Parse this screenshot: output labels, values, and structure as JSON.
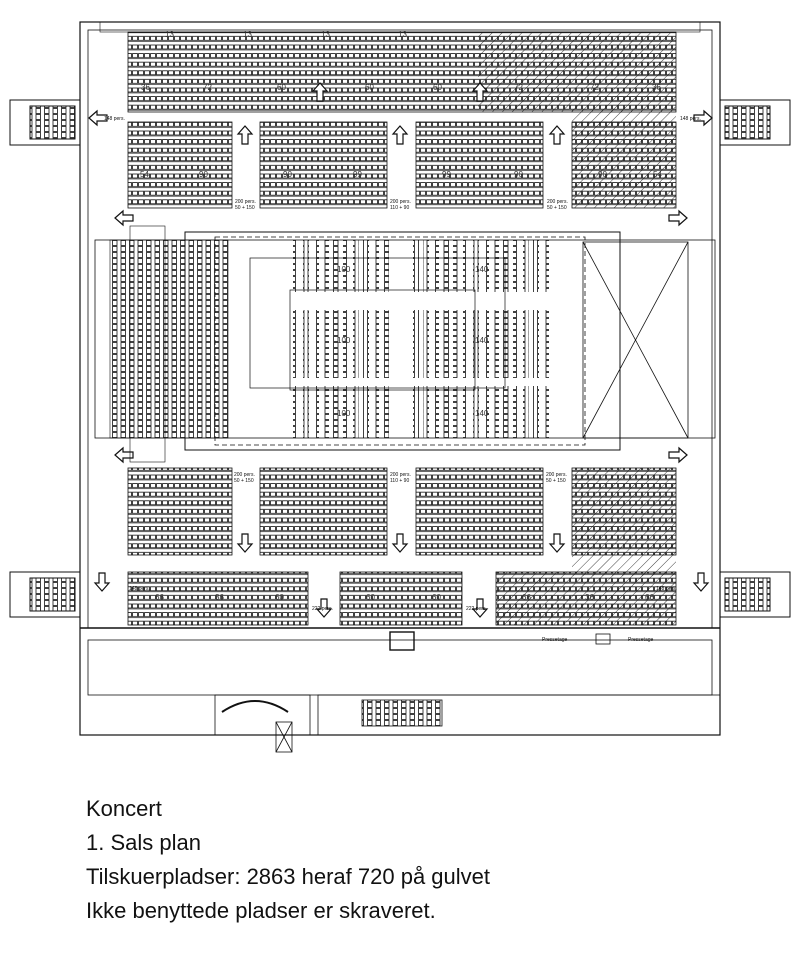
{
  "plan": {
    "top_tier_small_labels": [
      "13",
      "13",
      "13",
      "13"
    ],
    "top_tier_counts": [
      "36",
      "72",
      "60",
      "60",
      "60",
      "72",
      "72",
      "36"
    ],
    "upper_block_counts": [
      "54",
      "90",
      "90",
      "99",
      "99",
      "90",
      "90",
      "54"
    ],
    "aisle_capacity_upper": [
      {
        "line1": "200 pers.",
        "line2": "50 + 150"
      },
      {
        "line1": "200 pers.",
        "line2": "110 + 90"
      },
      {
        "line1": "200 pers.",
        "line2": "50 + 150"
      }
    ],
    "aisle_capacity_lower": [
      {
        "line1": "200 pers.",
        "line2": "50 + 150"
      },
      {
        "line1": "200 pers.",
        "line2": "110 + 90"
      },
      {
        "line1": "200 pers.",
        "line2": "50 + 150"
      }
    ],
    "side_exit_capacity": "148 pers.",
    "balcony_aisle_capacity": "222 pers.",
    "floor_counts": [
      "100",
      "140",
      "100",
      "140",
      "100",
      "140"
    ],
    "balcony_counts": [
      "66",
      "36",
      "60",
      "60",
      "60",
      "66",
      "36",
      "66"
    ],
    "press_labels": [
      "Pressetage",
      "Pressetage"
    ]
  },
  "caption": {
    "line1": "Koncert",
    "line2": "1. Sals plan",
    "line3": "Tilskuerpladser: 2863 heraf 720 på gulvet",
    "line4": "Ikke benyttede pladser er skraveret."
  },
  "colors": {
    "line": "#111111",
    "background": "#ffffff"
  }
}
